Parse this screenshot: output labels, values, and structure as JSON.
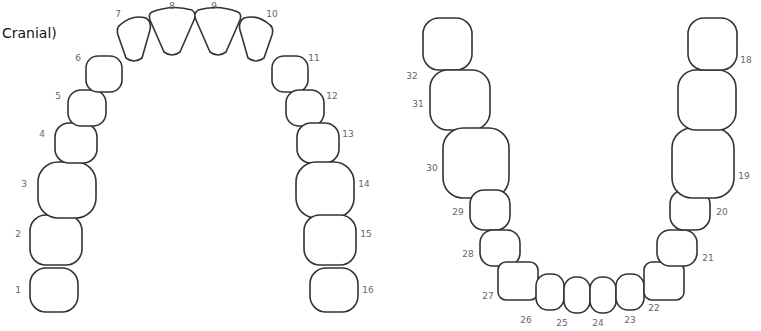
{
  "diagram": {
    "labels": [
      "Cranial)",
      "1",
      "2",
      "3",
      "4",
      "5",
      "6",
      "7",
      "8",
      "9",
      "10",
      "11",
      "12",
      "13",
      "14",
      "15",
      "16",
      "32",
      "31",
      "30",
      "29",
      "28",
      "27",
      "26",
      "25",
      "24",
      "23",
      "22",
      "21",
      "20",
      "19",
      "18"
    ]
  }
}
